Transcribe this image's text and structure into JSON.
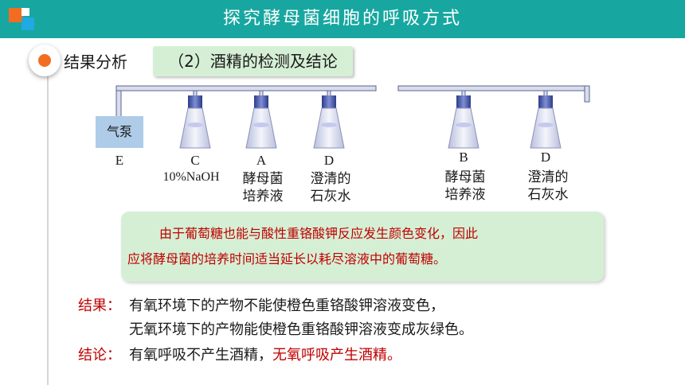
{
  "header": {
    "title": "探究酵母菌细胞的呼吸方式",
    "bg_color": "#17a7a0",
    "logo_colors": [
      "#f26d21",
      "#21a9e1"
    ]
  },
  "section": {
    "label": "结果分析",
    "dot_color": "#f26d21"
  },
  "subtitle": "（2）酒精的检测及结论",
  "apparatus": {
    "pump_label": "气泵",
    "letters": [
      "E",
      "C",
      "A",
      "D",
      "B",
      "D"
    ],
    "naoh_label": "10%NaOH",
    "captions": [
      [
        "酵母菌",
        "培养液"
      ],
      [
        "澄清的",
        "石灰水"
      ],
      [
        "酵母菌",
        "培养液"
      ],
      [
        "澄清的",
        "石灰水"
      ]
    ]
  },
  "note": {
    "line1": "由于葡萄糖也能与酸性重铬酸钾反应发生颜色变化，因此",
    "line2": "应将酵母菌的培养时间适当延长以耗尽溶液中的葡萄糖。"
  },
  "result": {
    "label": "结果：",
    "line1": "有氧环境下的产物不能使橙色重铬酸钾溶液变色，",
    "line2": "无氧环境下的产物能使橙色重铬酸钾溶液变成灰绿色。"
  },
  "conclusion": {
    "label": "结论：",
    "black": "有氧呼吸不产生酒精，",
    "red": "无氧呼吸产生酒精。"
  },
  "colors": {
    "accent_red": "#c00000",
    "green_box": "#d5efd5",
    "flask_blue": "#3b4fa8"
  }
}
